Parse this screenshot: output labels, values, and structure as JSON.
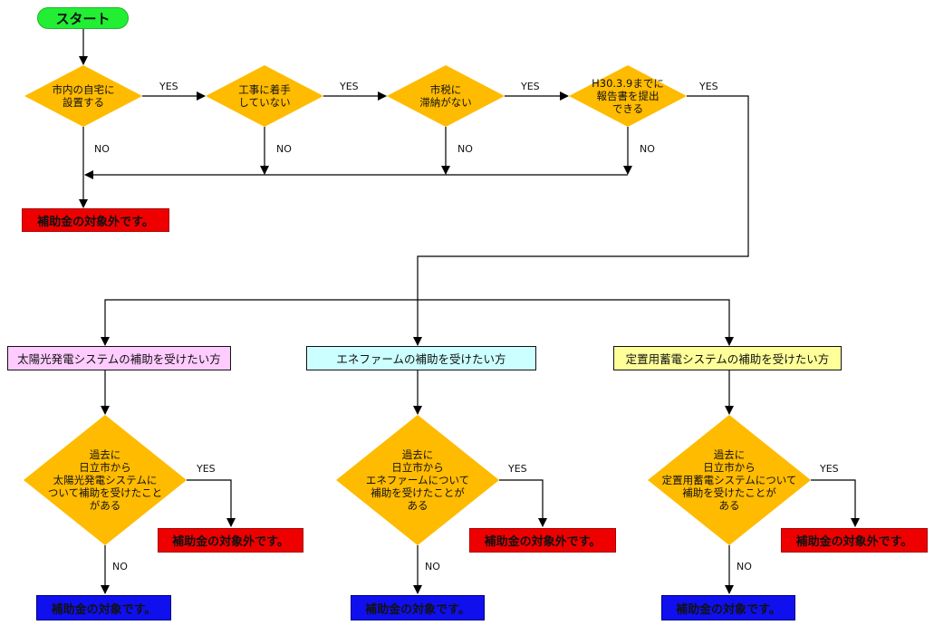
{
  "start": "スタート",
  "checks": [
    "市内の自宅に\n設置する",
    "工事に着手\nしていない",
    "市税に\n滞納がない",
    "H30.3.9までに\n報告書を提出\nできる"
  ],
  "labels": {
    "yes": "YES",
    "no": "NO"
  },
  "not_eligible": "補助金の対象外です。",
  "eligible": "補助金の対象です。",
  "categories": [
    "太陽光発電システムの補助を受けたい方",
    "エネファームの補助を受けたい方",
    "定置用蓄電システムの補助を受けたい方"
  ],
  "past_questions": [
    "過去に\n日立市から\n太陽光発電システムに\nついて補助を受けたこと\nがある",
    "過去に\n日立市から\nエネファームについて\n補助を受けたことが\nある",
    "過去に\n日立市から\n定置用蓄電システムについて\n補助を受けたことが\nある"
  ],
  "colors": {
    "start": "#22ee33",
    "diamond": "#ffbb00",
    "not_eligible": "#ee0000",
    "eligible": "#1010ee",
    "category_1": "#ffccff",
    "category_2": "#ccffff",
    "category_3": "#ffff99"
  }
}
